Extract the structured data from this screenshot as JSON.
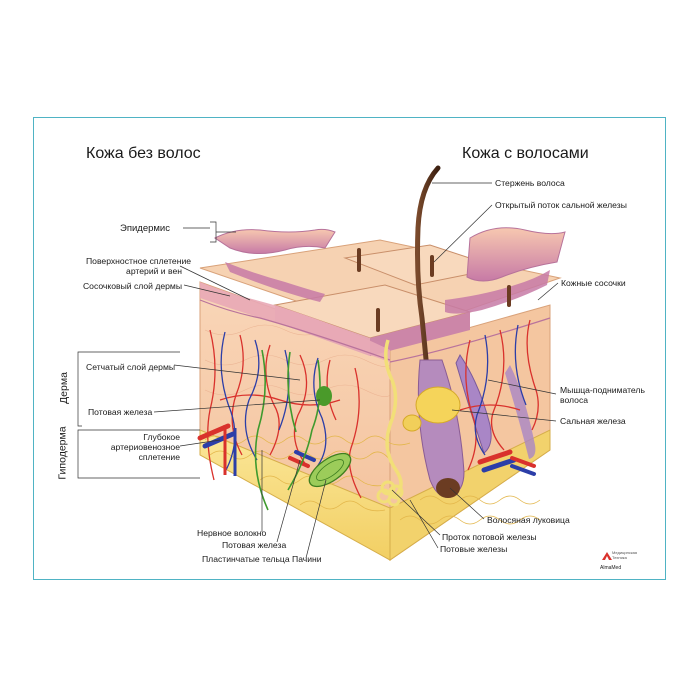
{
  "titles": {
    "left": "Кожа без волос",
    "right": "Кожа с волосами"
  },
  "layers": {
    "epidermis": "Эпидермис",
    "derma": "Дерма",
    "hypoderma": "Гиподерма"
  },
  "labels_left": {
    "superficial_plexus_1": "Поверхностное сплетение",
    "superficial_plexus_2": "артерий и вен",
    "papillary_layer": "Сосочковый слой дермы",
    "reticular_layer": "Сетчатый слой дермы",
    "sweat_gland": "Потовая железа",
    "deep_plexus_1": "Глубокое",
    "deep_plexus_2": "артериовенозное",
    "deep_plexus_3": "сплетение"
  },
  "labels_bottom": {
    "nerve_fiber": "Нервное волокно",
    "sweat_gland": "Потовая железа",
    "pacinian": "Пластинчатые тельца Пачини",
    "sweat_duct": "Проток потовой железы",
    "sweat_glands": "Потовые железы"
  },
  "labels_right": {
    "hair_shaft": "Стержень волоса",
    "sebaceous_opening": "Открытый поток сальной железы",
    "dermal_papillae": "Кожные сосочки",
    "arrector_1": "Мышца-подниматель",
    "arrector_2": "волоса",
    "sebaceous_gland": "Сальная железа",
    "hair_bulb": "Волосяная луковица"
  },
  "brand": {
    "line1": "Медицинская",
    "line2": "Техника",
    "name": "AlmaMed"
  },
  "colors": {
    "frame": "#4fb3c4",
    "skin": "#f6c9a3",
    "epidermis": "#e9b7bf",
    "fat": "#f7dc7a",
    "artery": "#d9312c",
    "vein": "#2c3ea8",
    "nerve": "#3f9a2e",
    "hair": "#5a3320"
  }
}
